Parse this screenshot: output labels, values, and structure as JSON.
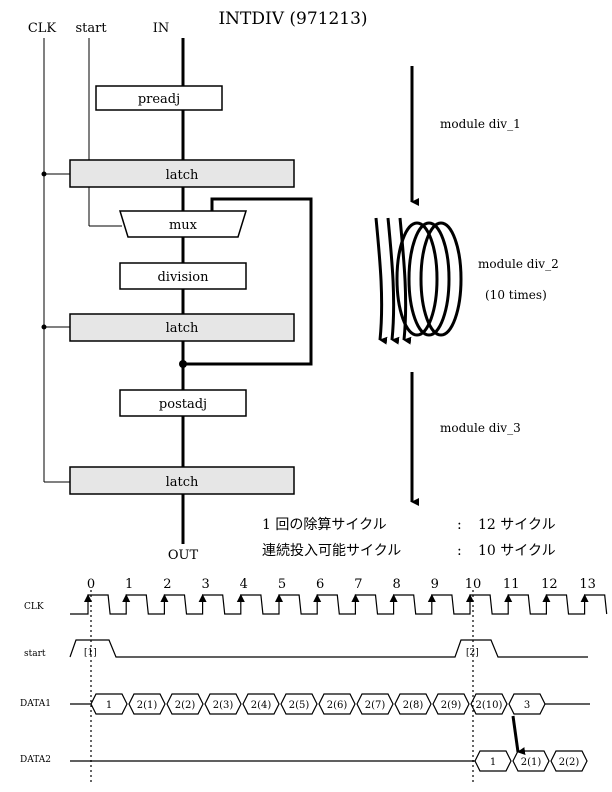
{
  "title": "INTDIV (971213)",
  "signals": {
    "clk": "CLK",
    "start": "start",
    "in": "IN",
    "out": "OUT"
  },
  "blocks": {
    "preadj": "preadj",
    "latch1": "latch",
    "mux": "mux",
    "division": "division",
    "latch2": "latch",
    "postadj": "postadj",
    "latch3": "latch"
  },
  "modules": {
    "div1": "module div_1",
    "div2": "module div_2",
    "div2_note": "(10 times)",
    "div3": "module div_3"
  },
  "info": {
    "row1_label": "1 回の除算サイクル",
    "row1_sep": ":",
    "row1_value": "12 サイクル",
    "row2_label": "連続投入可能サイクル",
    "row2_sep": ":",
    "row2_value": "10 サイクル"
  },
  "timing": {
    "ticks": [
      "0",
      "1",
      "2",
      "3",
      "4",
      "5",
      "6",
      "7",
      "8",
      "9",
      "10",
      "11",
      "12",
      "13"
    ],
    "rows": {
      "clk": "CLK",
      "start": "start",
      "data1": "DATA1",
      "data2": "DATA2"
    },
    "start_marks": [
      "[1]",
      "[2]"
    ],
    "data1_cells": [
      "1",
      "2(1)",
      "2(2)",
      "2(3)",
      "2(4)",
      "2(5)",
      "2(6)",
      "2(7)",
      "2(8)",
      "2(9)",
      "2(10)",
      "3"
    ],
    "data2_cells": [
      "1",
      "2(1)",
      "2(2)"
    ]
  }
}
